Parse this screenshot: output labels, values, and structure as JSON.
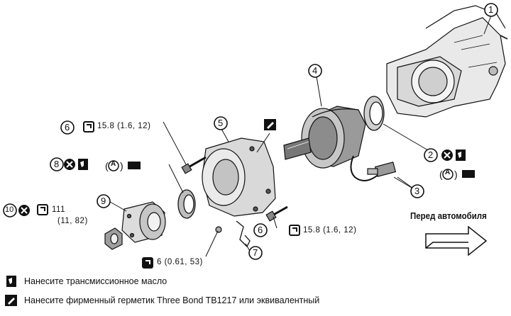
{
  "callouts": {
    "c1": "1",
    "c2": "2",
    "c3": "3",
    "c4": "4",
    "c5": "5",
    "c6": "6",
    "c6b": "6",
    "c7": "7",
    "c8": "8",
    "c9": "9",
    "c10": "10"
  },
  "specs": {
    "torque_top": "15.8 (1.6, 12)",
    "torque_bottom": "15.8 (1.6, 12)",
    "torque_10_line1": "111",
    "torque_10_line2": "(11, 82)",
    "torque_bottom_left": "6 (0.61, 53)",
    "grease_a": "A"
  },
  "front_label": "Перед автомобиля",
  "legend": {
    "oil": "Нанесите трансмиссионное масло",
    "sealant": "Нанесите фирменный герметик Three Bond TB1217 или эквивалентный"
  }
}
